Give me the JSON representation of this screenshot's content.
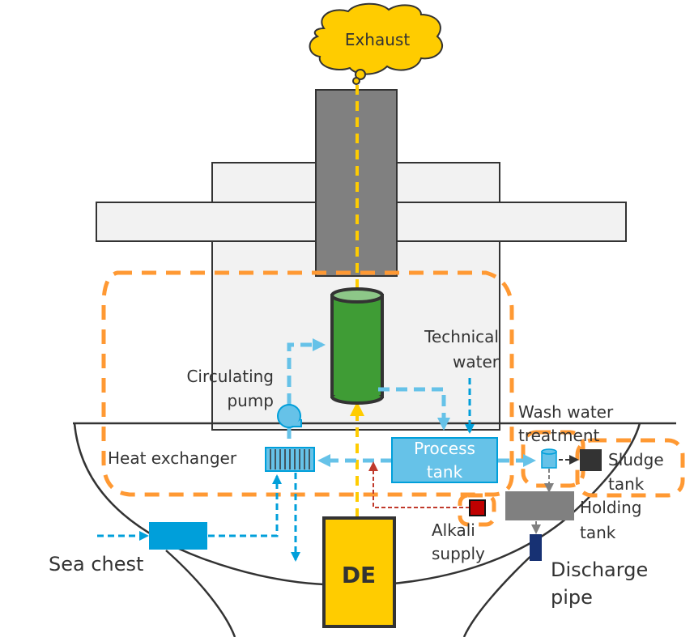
{
  "title": "Scrubber system diagram",
  "labels": {
    "exhaust": "Exhaust",
    "technical_water_1": "Technical",
    "technical_water_2": "water",
    "circulating_pump_1": "Circulating",
    "circulating_pump_2": "pump",
    "heat_exchanger": "Heat exchanger",
    "process_tank_1": "Process",
    "process_tank_2": "tank",
    "wash_water_1": "Wash water",
    "wash_water_2": "treatment",
    "sludge_tank_1": "Sludge",
    "sludge_tank_2": "tank",
    "holding_tank_1": "Holding",
    "holding_tank_2": "tank",
    "alkali_1": "Alkali",
    "alkali_2": "supply",
    "sea_chest": "Sea chest",
    "discharge_1": "Discharge",
    "discharge_2": "pipe",
    "engine": "DE"
  },
  "colors": {
    "exhaust_yellow": "#FFCC00",
    "scrubber_green": "#3F9C35",
    "water_light_blue": "#66C2E8",
    "water_blue": "#009FDA",
    "boundary_orange": "#FF9933",
    "alkali_red": "#C00000",
    "stack_gray": "#808080",
    "discharge_navy": "#173173"
  }
}
